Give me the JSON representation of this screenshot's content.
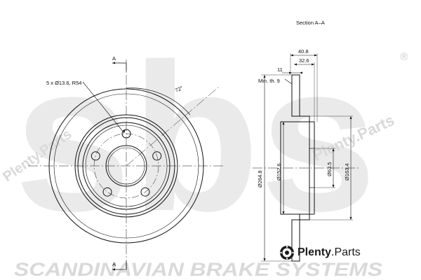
{
  "section_title": "Section A–A",
  "section_marker": "A",
  "bolt_callout": "5 x Ø13.6, R54",
  "angle_label": "72°",
  "min_thickness": "Min. th. 9",
  "dims": {
    "overall_width": "40.8",
    "hat_depth": "32.6",
    "disc_thickness": "11",
    "outer_diameter": "Ø264.8",
    "hat_diameter": "Ø152.6",
    "center_bore": "Ø63.5",
    "hub_diameter": "Ø163.4"
  },
  "watermark": {
    "brand_letters": "sbs",
    "registered": "®",
    "site_text": "Plenty.Parts",
    "company": "SCANDINAVIAN BRAKE SYSTEMS"
  },
  "logo": {
    "name_bold": "Plenty",
    "name_rest": ".Parts"
  },
  "colors": {
    "line": "#111111",
    "watermark": "#d9d9d9"
  }
}
